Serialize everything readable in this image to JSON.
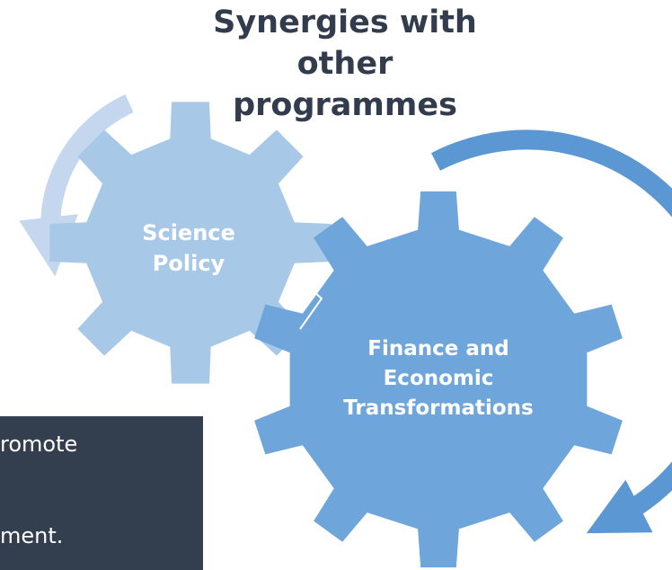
{
  "title": {
    "line1": "Synergies with",
    "line2": "other programmes"
  },
  "note": {
    "line1": "romote",
    "line2": "ment."
  },
  "gears": {
    "science": {
      "line1": "Science",
      "line2": "Policy",
      "color": "#a8c8e7"
    },
    "finance": {
      "line1": "Finance and",
      "line2": "Economic",
      "line3": "Transformations",
      "color": "#6ea6dc"
    }
  },
  "colors": {
    "title_text": "#323c4d",
    "note_bg": "#333e4f",
    "arrow_light": "#c5d7ee",
    "arrow_dark": "#5b97d2"
  }
}
